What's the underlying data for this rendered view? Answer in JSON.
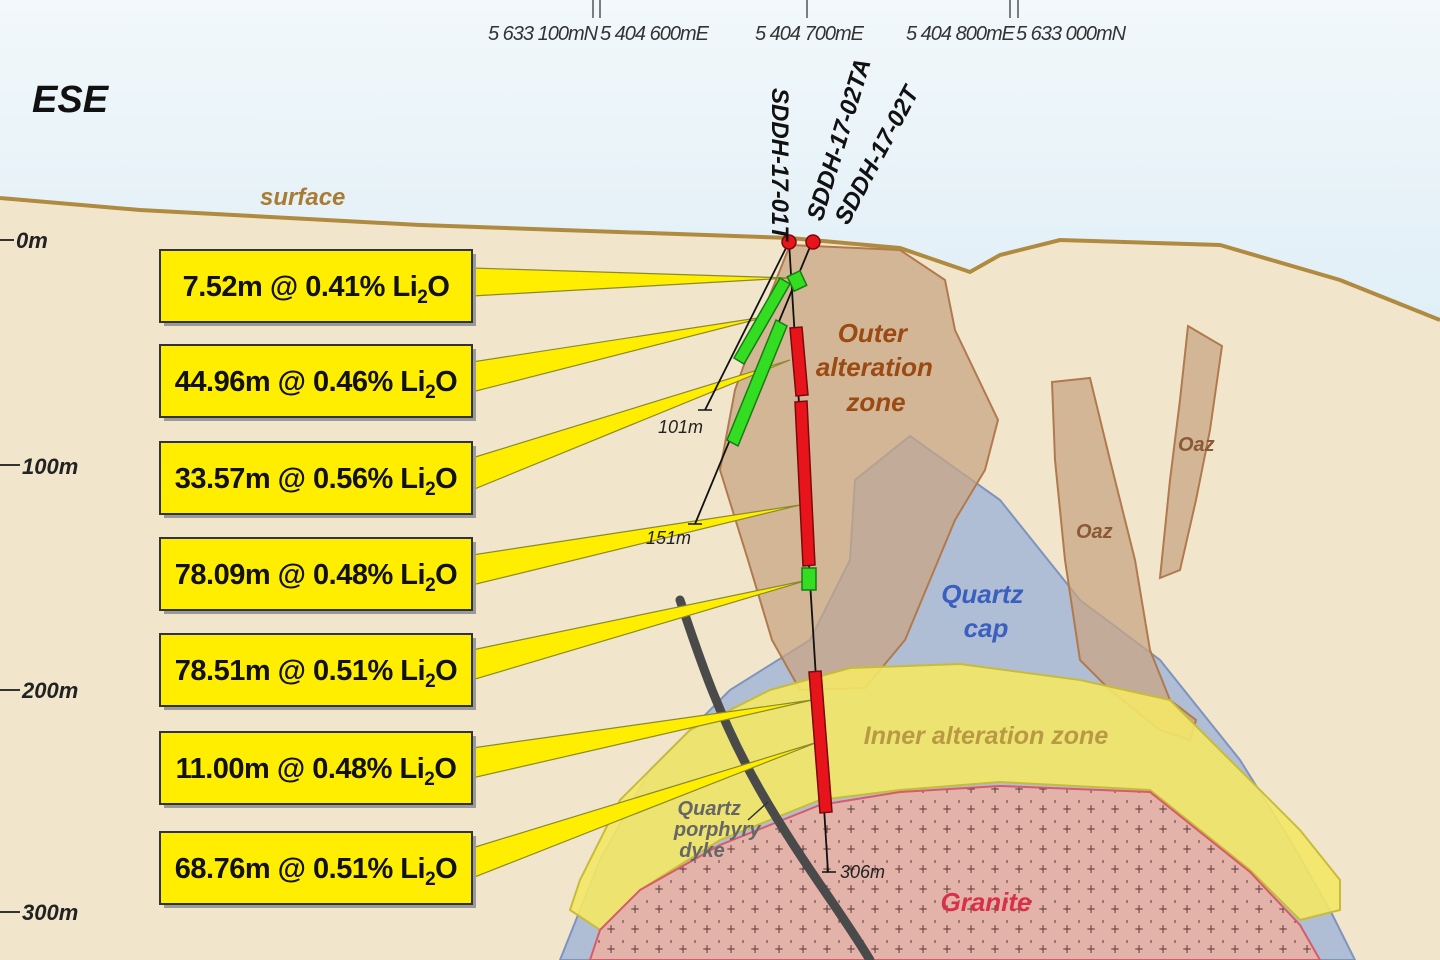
{
  "direction_label": "ESE",
  "surface_label": "surface",
  "coordinates": [
    "5 633 100mN",
    "5 404 600mE",
    "5 404 700mE",
    "5 404 800mE",
    "5 633 000mN"
  ],
  "depths": [
    "0m",
    "100m",
    "200m",
    "300m"
  ],
  "drill_holes": [
    "SDDH-17-01T",
    "SDDH-17-02TA",
    "SDDH-17-02T"
  ],
  "hole_ends": [
    "101m",
    "151m",
    "306m"
  ],
  "zones": {
    "outer": [
      "Outer",
      "alteration",
      "zone"
    ],
    "quartz_cap": [
      "Quartz",
      "cap"
    ],
    "inner": "Inner alteration zone",
    "granite": "Granite",
    "oaz": "Oaz",
    "dyke": [
      "Quartz",
      "porphyry",
      "dyke"
    ]
  },
  "intercepts": [
    {
      "length": "7.52m",
      "grade": "0.41%",
      "compound": "Li",
      "sub": "2",
      "tail": "O"
    },
    {
      "length": "44.96m",
      "grade": "0.46%",
      "compound": "Li",
      "sub": "2",
      "tail": "O"
    },
    {
      "length": "33.57m",
      "grade": "0.56%",
      "compound": "Li",
      "sub": "2",
      "tail": "O"
    },
    {
      "length": "78.09m",
      "grade": "0.48%",
      "compound": "Li",
      "sub": "2",
      "tail": "O"
    },
    {
      "length": "78.51m",
      "grade": "0.51%",
      "compound": "Li",
      "sub": "2",
      "tail": "O"
    },
    {
      "length": "11.00m",
      "grade": "0.48%",
      "compound": "Li",
      "sub": "2",
      "tail": "O"
    },
    {
      "length": "68.76m",
      "grade": "0.51%",
      "compound": "Li",
      "sub": "2",
      "tail": "O"
    }
  ],
  "colors": {
    "sky": "#cfe6f2",
    "ground": "#f1e6cc",
    "surface_line": "#b08a3e",
    "outer_zone": "#c8a684",
    "quartz_cap": "#a3b6d6",
    "inner_zone": "#f4e766",
    "granite": "#e2b0a8",
    "intercept_box": "#ffee00",
    "ore_red": "#e8141b",
    "ore_green": "#33dd22"
  }
}
